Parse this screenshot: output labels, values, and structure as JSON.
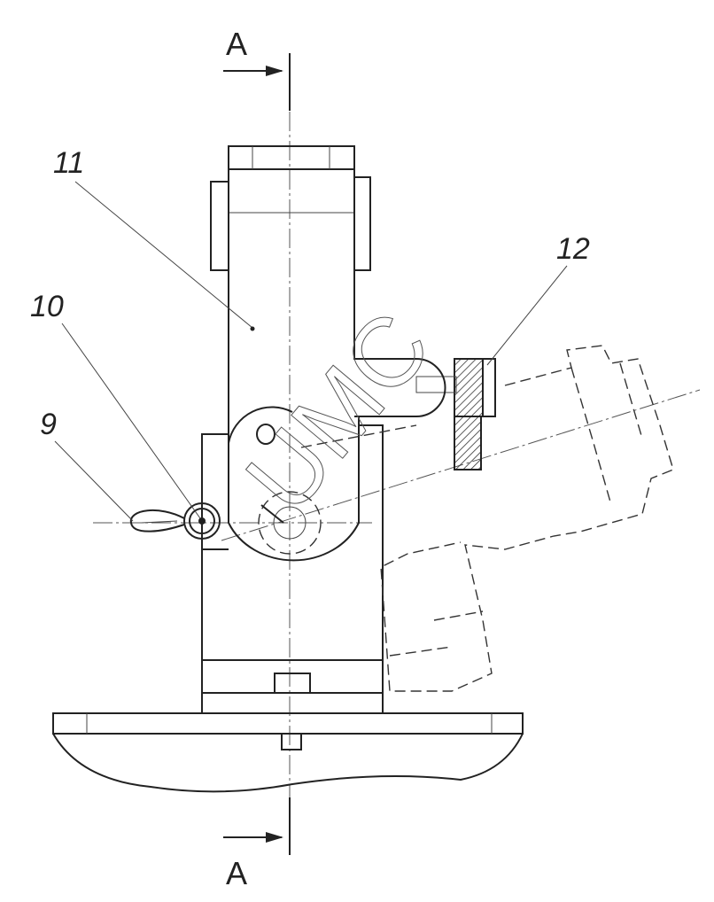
{
  "drawing": {
    "section_label_top": "A",
    "section_label_bottom": "A",
    "callouts": [
      "11",
      "12",
      "10",
      "9"
    ],
    "watermark": "UMC"
  }
}
